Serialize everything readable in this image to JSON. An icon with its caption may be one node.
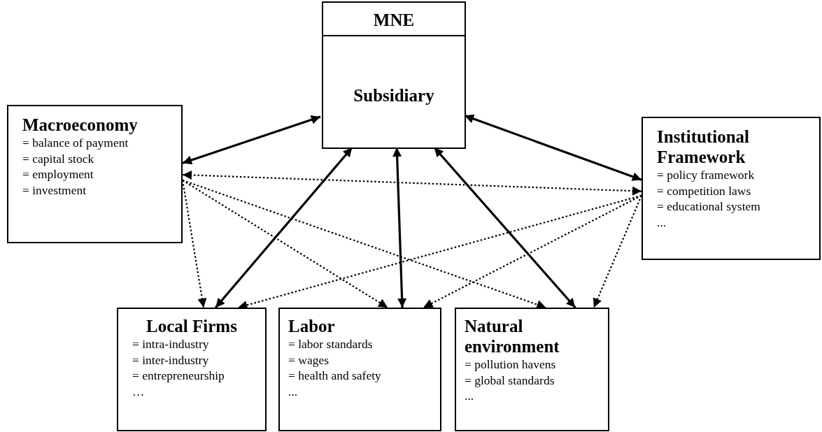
{
  "diagram": {
    "nodes": [
      {
        "text": [
          "MNE"
        ]
      },
      {
        "text": [
          "Subsidiary"
        ],
        "in": 0
      },
      {
        "text": [
          "Macroeconomy",
          "= balance of payment",
          "= capital stock",
          "= employment",
          "= investment"
        ]
      },
      {
        "text": [
          "Institutional Framework",
          "= policy framework",
          "= competition laws",
          "= educational system",
          "..."
        ]
      },
      {
        "text": [
          "Local Firms",
          "= intra-industry",
          "= inter-industry",
          "= entrepreneurship",
          "…"
        ]
      },
      {
        "text": [
          "Labor",
          "= labor standards",
          "= wages",
          "= health and safety",
          "..."
        ]
      },
      {
        "text": [
          "Natural environment",
          "= pollution havens",
          "= global standards",
          "..."
        ]
      }
    ],
    "edges": [
      {
        "from": 1,
        "to": 2,
        "arrow": "both"
      },
      {
        "from": 1,
        "to": 3,
        "arrow": "both"
      },
      {
        "from": 1,
        "to": 4,
        "arrow": "both"
      },
      {
        "from": 1,
        "to": 5,
        "arrow": "both"
      },
      {
        "from": 1,
        "to": 6,
        "arrow": "both"
      },
      {
        "from": 3,
        "to": 2,
        "arrow": "both",
        "style": "dashed"
      },
      {
        "from": 2,
        "to": 4,
        "arrow": "to",
        "style": "dashed"
      },
      {
        "from": 2,
        "to": 5,
        "arrow": "to",
        "style": "dashed"
      },
      {
        "from": 2,
        "to": 6,
        "arrow": "to",
        "style": "dashed"
      },
      {
        "from": 3,
        "to": 4,
        "arrow": "to",
        "style": "dashed"
      },
      {
        "from": 3,
        "to": 5,
        "arrow": "to",
        "style": "dashed"
      },
      {
        "from": 3,
        "to": 6,
        "arrow": "to",
        "style": "dashed"
      }
    ]
  }
}
